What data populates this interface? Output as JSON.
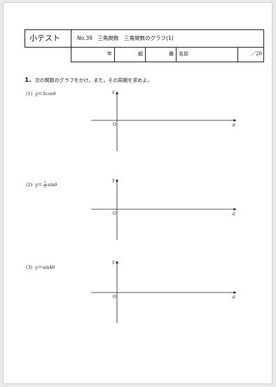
{
  "header": {
    "title": "小テスト",
    "subtitle": "No.39　三角関数　三角関数のグラフ(1)",
    "year_label": "年",
    "class_label": "組",
    "number_label": "番",
    "name_label": "名前",
    "score_label": "／20"
  },
  "question": {
    "number": "1.",
    "text": "次の関数のグラフをかけ。また，その周期を求めよ。"
  },
  "problems": [
    {
      "label": "(1)",
      "y": "y",
      "eq": "＝3cos",
      "theta": "θ"
    },
    {
      "label": "(2)",
      "y": "y",
      "eq": "＝",
      "num": "1",
      "den": "3",
      "tail": "sin",
      "theta": "θ"
    },
    {
      "label": "(3)",
      "y": "y",
      "eq": "＝sin4",
      "theta": "θ"
    }
  ],
  "axis_labels": {
    "y": "y",
    "x": "θ",
    "origin": "O"
  }
}
